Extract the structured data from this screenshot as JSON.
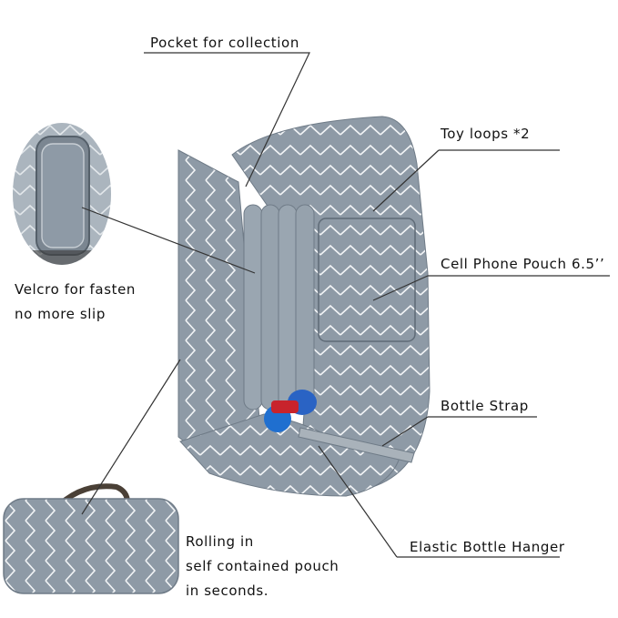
{
  "labels": {
    "pocket": "Pocket for collection",
    "toy_loops": "Toy loops *2",
    "cell_pouch": "Cell Phone Pouch 6.5’’",
    "velcro_line1": "Velcro for fasten",
    "velcro_line2": "no more slip",
    "bottle_strap": "Bottle Strap",
    "elastic_hanger": "Elastic Bottle Hanger",
    "rolling_line1": "Rolling in",
    "rolling_line2": "self contained pouch",
    "rolling_line3": "in seconds."
  },
  "colors": {
    "fabric": "#8e9aa6",
    "fabric_dark": "#6f7b87",
    "chevron": "#f2f4f6",
    "strap": "#4a4036",
    "bottle_blue": "#1f6fd0",
    "bottle_red": "#c8232c"
  }
}
